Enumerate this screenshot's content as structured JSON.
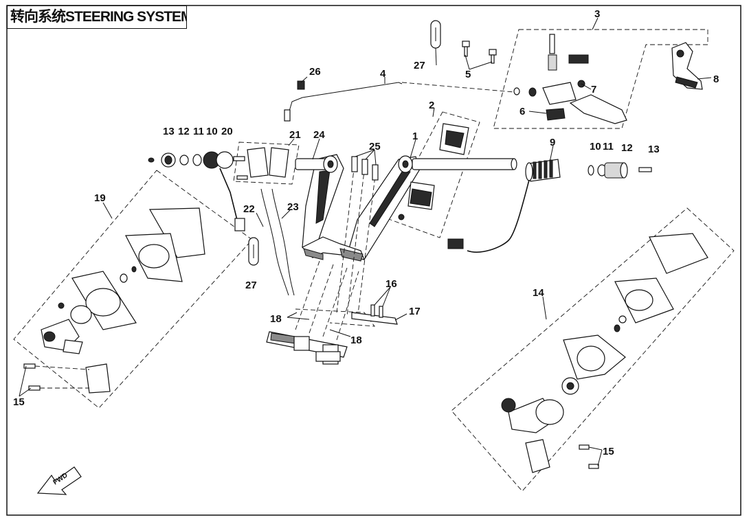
{
  "title": "转向系统STEERING SYSTEM",
  "fwd_label": "FWD",
  "callouts": {
    "c1": "1",
    "c2": "2",
    "c3": "3",
    "c4": "4",
    "c5": "5",
    "c6": "6",
    "c7": "7",
    "c8": "8",
    "c9": "9",
    "c10_left": "10",
    "c11_left": "11",
    "c12_left": "12",
    "c13_left": "13",
    "c10_right": "10",
    "c11_right": "11",
    "c12_right": "12",
    "c13_right": "13",
    "c14": "14",
    "c15_left": "15",
    "c15_right": "15",
    "c16": "16",
    "c17": "17",
    "c18_a": "18",
    "c18_b": "18",
    "c19": "19",
    "c20": "20",
    "c21": "21",
    "c22": "22",
    "c23": "23",
    "c24": "24",
    "c25": "25",
    "c26": "26",
    "c27_top": "27",
    "c27_mid": "27"
  }
}
